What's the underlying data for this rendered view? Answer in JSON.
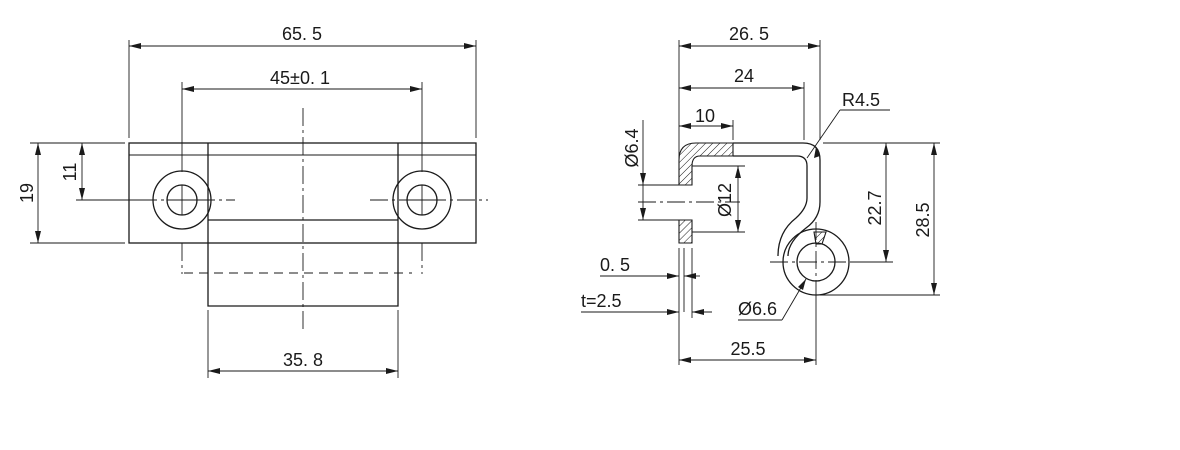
{
  "front_view": {
    "overall_width": "65. 5",
    "hole_spacing": "45",
    "tolerance_symbol": "±",
    "tolerance_value": "0. 1",
    "overall_height": "19",
    "hole_height": "11",
    "bottom_width": "35. 8"
  },
  "side_view": {
    "width_top": "26. 5",
    "width_inner": "24",
    "lip_width": "10",
    "bend_radius": "R4.5",
    "lip_diameter": "Ø6.4",
    "bore_diameter": "Ø12",
    "hinge_height": "22.7",
    "total_height": "28.5",
    "gap": "0. 5",
    "thickness": "t=2.5",
    "pin_diameter": "Ø6.6",
    "base_width": "25.5"
  }
}
